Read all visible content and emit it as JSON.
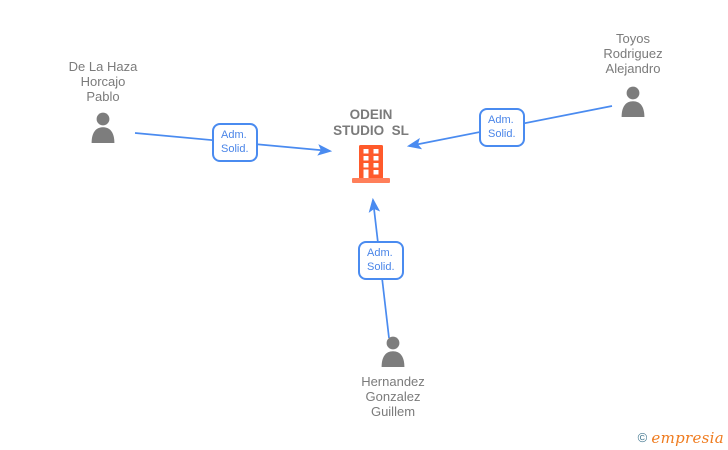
{
  "company": {
    "name_line1": "ODEIN",
    "name_line2": "STUDIO  SL",
    "icon": "building-icon"
  },
  "people": {
    "left": {
      "line1": "De La Haza",
      "line2": "Horcajo",
      "line3": "Pablo"
    },
    "topright": {
      "line1": "Toyos",
      "line2": "Rodriguez",
      "line3": "Alejandro"
    },
    "bottom": {
      "line1": "Hernandez",
      "line2": "Gonzalez",
      "line3": "Guillem"
    }
  },
  "edge_labels": {
    "left": {
      "line1": "Adm.",
      "line2": "Solid."
    },
    "right": {
      "line1": "Adm.",
      "line2": "Solid."
    },
    "bottom": {
      "line1": "Adm.",
      "line2": "Solid."
    }
  },
  "footer": {
    "copyright_symbol": "©",
    "brand": "empresia"
  },
  "colors": {
    "edge_color": "#4a8bf0",
    "badge_text": "#4a85e8",
    "name_text": "#7b7b7b",
    "person_icon": "#7d7d7d",
    "building_orange": "#ff5a2b",
    "building_base": "#ff7f5a",
    "brand_orange": "#ef7b1e",
    "copyright_teal": "#41768f"
  }
}
